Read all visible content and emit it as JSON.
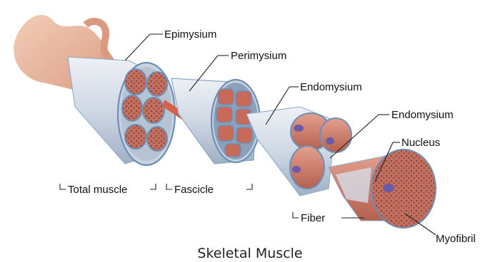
{
  "labels": {
    "epimysium": "Epimysium",
    "perimysium": "Perimysium",
    "endomysium_1": "Endomysium",
    "endomysium_2": "Endomysium",
    "nucleus": "Nucleus",
    "myofibril": "Myofibril",
    "fiber": "Fiber",
    "fascicle": "Fascicle",
    "total_muscle": "Total muscle"
  },
  "caption": "Skeletal Muscle",
  "colors": {
    "membrane": "#c9d3e0",
    "membrane_edge": "#6d8fb5",
    "muscle_cut": "#b9665a",
    "tendon": "#e8b9a0",
    "nucleus": "#6a5aa8"
  }
}
